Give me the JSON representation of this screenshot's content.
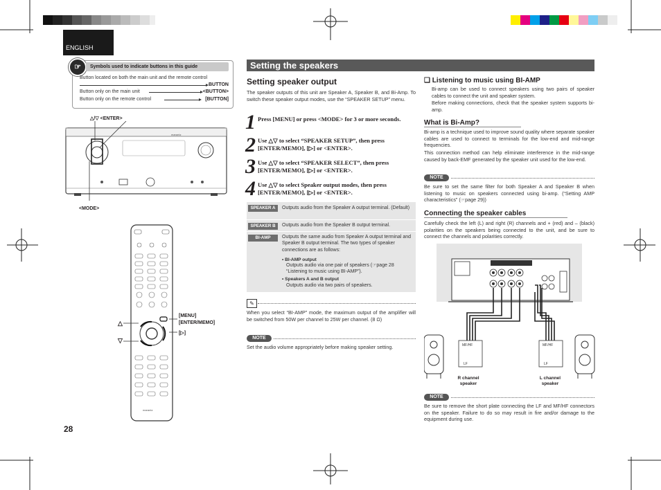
{
  "language_tab": "ENGLISH",
  "page_number": "28",
  "symbols_box": {
    "title": "Symbols used to indicate buttons in this guide",
    "rows": [
      {
        "desc": "Button located on both the main unit and the remote control",
        "key": "BUTTON"
      },
      {
        "desc": "Button only on the main unit",
        "key": "<BUTTON>"
      },
      {
        "desc": "Button only on the remote control",
        "key": "[BUTTON]"
      }
    ]
  },
  "unit_labels": {
    "cursor_enter": "△/▽  <ENTER>",
    "mode": "<MODE>",
    "remote_up": "△",
    "remote_down": "▽",
    "remote_menu": "[MENU]",
    "remote_enter_memo": "[ENTER/MEMO]",
    "remote_right": "[▷]"
  },
  "section_title": "Setting the speakers",
  "speaker_output": {
    "heading": "Setting speaker output",
    "intro": "The speaker outputs of this unit are Speaker A, Speaker B, and Bi-Amp. To switch these speaker output modes, use the “SPEAKER SETUP” menu.",
    "steps": [
      {
        "num": "1",
        "text": "Press [MENU] or press <MODE> for 3 or more seconds."
      },
      {
        "num": "2",
        "text": "Use △▽ to select “SPEAKER SETUP”, then press [ENTER/MEMO], [▷] or <ENTER>."
      },
      {
        "num": "3",
        "text": "Use △▽ to select “SPEAKER SELECT”, then press [ENTER/MEMO], [▷] or <ENTER>."
      },
      {
        "num": "4",
        "text": "Use △▽ to select Speaker output modes, then press [ENTER/MEMO], [▷] or <ENTER>."
      }
    ],
    "modes": [
      {
        "tag": "SPEAKER A",
        "desc": "Outputs audio from the Speaker A output terminal. (Default)"
      },
      {
        "tag": "SPEAKER B",
        "desc": "Outputs audio from the Speaker B output terminal."
      },
      {
        "tag": "BI-AMP",
        "desc": "Outputs the same audio from Speaker A output terminal and Speaker B output terminal. The two types of speaker connections are as follows:"
      }
    ],
    "biamp_options": [
      {
        "title": "• BI-AMP output",
        "desc": "Outputs audio via one pair of speakers (☞page 28 “Listening to music using BI-AMP”)."
      },
      {
        "title": "• Speakers A and B output",
        "desc": "Outputs audio via two pairs of speakers."
      }
    ],
    "memo_text": "When you select “BI-AMP” mode, the maximum output of the amplifier will be switched from 50W per channel to 25W per channel. (8 Ω)",
    "note_label": "NOTE",
    "note_text": "Set the audio volume appropriately before making speaker setting."
  },
  "biamp": {
    "heading": "❑ Listening to music using BI-AMP",
    "intro": "Bi-amp can be used to connect speakers using two pairs of speaker cables to connect the unit and speaker system.",
    "intro2": "Before making connections, check that the speaker system supports bi-amp.",
    "what_heading": "What is Bi-Amp?",
    "what_text": "Bi-amp is a technique used to improve sound quality where separate speaker cables are used to connect to terminals for the low-end and mid-range frequencies.",
    "what_text2": "This connection method can help eliminate interference in the mid-range caused by back-EMF generated by the speaker unit used for the low-end.",
    "note_label": "NOTE",
    "note_text": "Be sure to set the same filter for both Speaker A and Speaker B when listening to music on speakers connected using bi-amp. (“Setting AMP characteristics” (☞page 29))",
    "cables_heading": "Connecting the speaker cables",
    "cables_text": "Carefully check the left (L) and right (R) channels and + (red) and – (black) polarities on the speakers being connected to the unit, and be sure to connect the channels and polarities correctly.",
    "r_speaker": "R channel speaker",
    "l_speaker": "L channel speaker",
    "note2_label": "NOTE",
    "note2_text": "Be sure to remove the short plate connecting the LF and MF/HF connectors on the speaker. Failure to do so may result in fire and/or damage to the equipment during use."
  },
  "colors": {
    "header_bg": "#595959",
    "table_bg": "#e6e6e6",
    "tag_bg": "#6d6d6d"
  }
}
